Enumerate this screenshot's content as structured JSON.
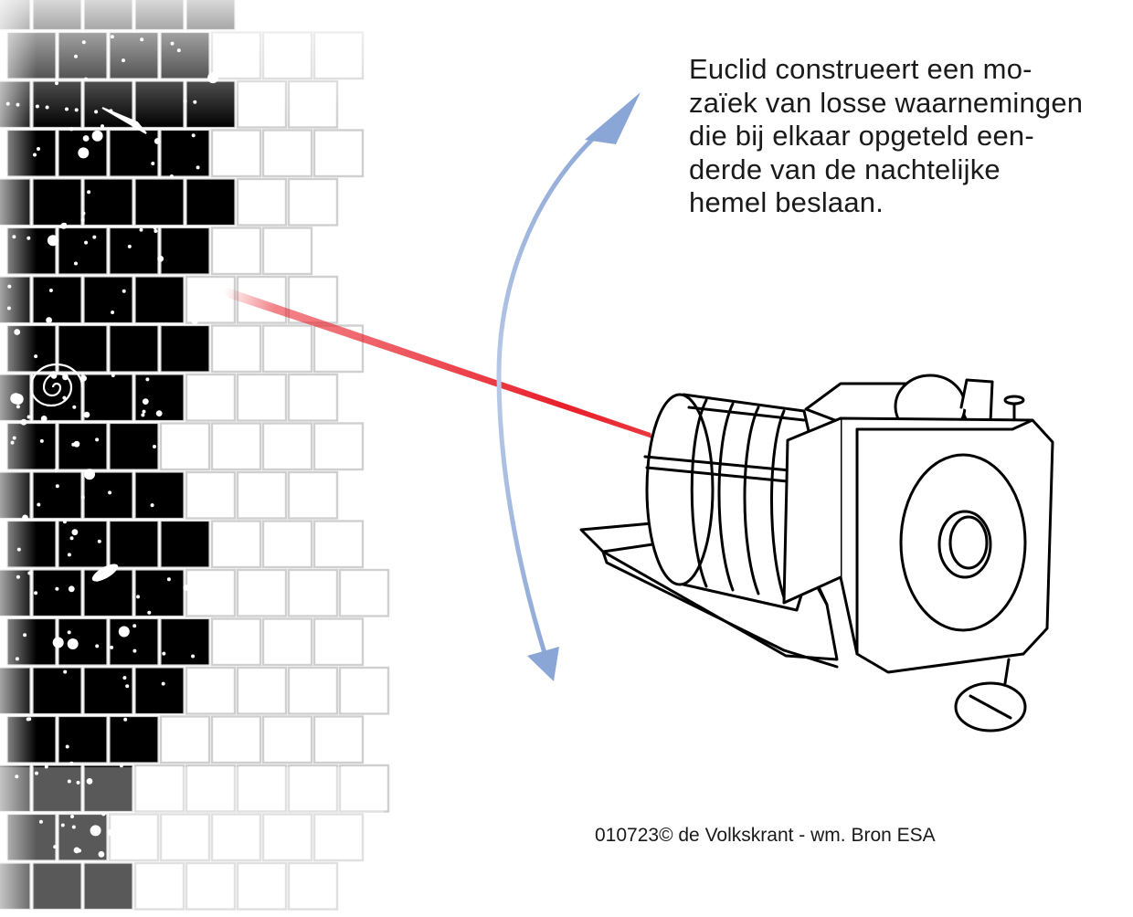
{
  "caption": {
    "lines": [
      "Euclid construeert een mo-",
      "zaïek van losse waarnemingen",
      "die bij elkaar opgeteld een-",
      "derde van de nachtelijke",
      "hemel beslaan."
    ]
  },
  "credit": "010723© de Volkskrant - wm. Bron ESA",
  "colors": {
    "sky": "#000000",
    "tile_edge": "#cfcfcf",
    "beam": "#e8202a",
    "rotation_arrow": "#8aa6d6",
    "outline": "#000000"
  },
  "illustration": {
    "subject": "euclid-telescope",
    "elements": [
      "sky-mosaic",
      "observation-beam",
      "rotation-arrow",
      "euclid-telescope"
    ]
  }
}
